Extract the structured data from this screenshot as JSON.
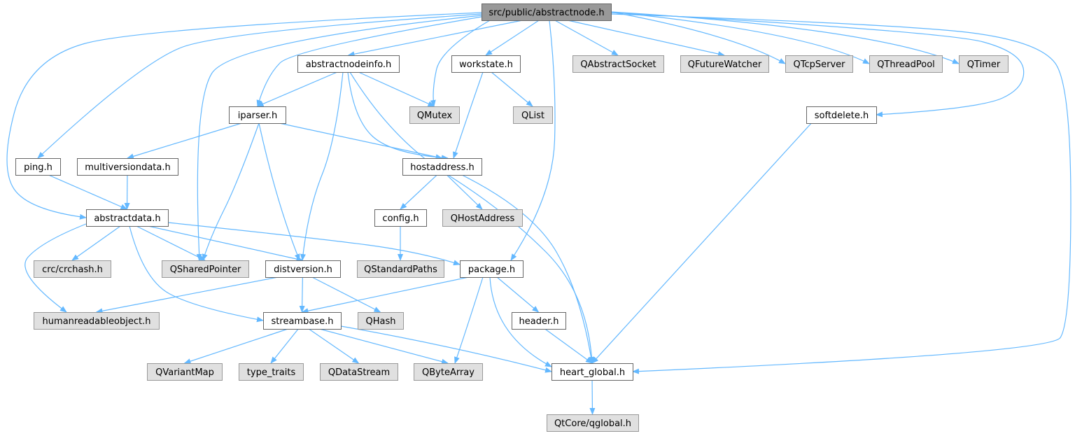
{
  "colors": {
    "root_fill": "#999999",
    "root_stroke": "#666666",
    "node_fill": "#ffffff",
    "node_stroke": "#666666",
    "external_fill": "#e0e0e0",
    "external_stroke": "#999999",
    "edge": "#63b8ff"
  },
  "nodes": [
    {
      "id": "root",
      "label": "src/public/abstractnode.h",
      "kind": "root"
    },
    {
      "id": "abstractnodeinfo",
      "label": "abstractnodeinfo.h",
      "kind": "file"
    },
    {
      "id": "workstate",
      "label": "workstate.h",
      "kind": "file"
    },
    {
      "id": "QAbstractSocket",
      "label": "QAbstractSocket",
      "kind": "external"
    },
    {
      "id": "QFutureWatcher",
      "label": "QFutureWatcher",
      "kind": "external"
    },
    {
      "id": "QTcpServer",
      "label": "QTcpServer",
      "kind": "external"
    },
    {
      "id": "QThreadPool",
      "label": "QThreadPool",
      "kind": "external"
    },
    {
      "id": "QTimer",
      "label": "QTimer",
      "kind": "external"
    },
    {
      "id": "iparser",
      "label": "iparser.h",
      "kind": "file"
    },
    {
      "id": "QMutex",
      "label": "QMutex",
      "kind": "external"
    },
    {
      "id": "QList",
      "label": "QList",
      "kind": "external"
    },
    {
      "id": "softdelete",
      "label": "softdelete.h",
      "kind": "file"
    },
    {
      "id": "ping",
      "label": "ping.h",
      "kind": "file"
    },
    {
      "id": "multiversiondata",
      "label": "multiversiondata.h",
      "kind": "file"
    },
    {
      "id": "hostaddress",
      "label": "hostaddress.h",
      "kind": "file"
    },
    {
      "id": "abstractdata",
      "label": "abstractdata.h",
      "kind": "file"
    },
    {
      "id": "config",
      "label": "config.h",
      "kind": "file"
    },
    {
      "id": "QHostAddress",
      "label": "QHostAddress",
      "kind": "external"
    },
    {
      "id": "crchash",
      "label": "crc/crchash.h",
      "kind": "external"
    },
    {
      "id": "QSharedPointer",
      "label": "QSharedPointer",
      "kind": "external"
    },
    {
      "id": "distversion",
      "label": "distversion.h",
      "kind": "file"
    },
    {
      "id": "QStandardPaths",
      "label": "QStandardPaths",
      "kind": "external"
    },
    {
      "id": "package",
      "label": "package.h",
      "kind": "file"
    },
    {
      "id": "humanreadableobject",
      "label": "humanreadableobject.h",
      "kind": "external"
    },
    {
      "id": "streambase",
      "label": "streambase.h",
      "kind": "file"
    },
    {
      "id": "QHash",
      "label": "QHash",
      "kind": "external"
    },
    {
      "id": "header",
      "label": "header.h",
      "kind": "file"
    },
    {
      "id": "QVariantMap",
      "label": "QVariantMap",
      "kind": "external"
    },
    {
      "id": "type_traits",
      "label": "type_traits",
      "kind": "external"
    },
    {
      "id": "QDataStream",
      "label": "QDataStream",
      "kind": "external"
    },
    {
      "id": "QByteArray",
      "label": "QByteArray",
      "kind": "external"
    },
    {
      "id": "heart_global",
      "label": "heart_global.h",
      "kind": "file"
    },
    {
      "id": "qglobal",
      "label": "QtCore/qglobal.h",
      "kind": "external"
    }
  ],
  "edges": [
    [
      "root",
      "abstractnodeinfo"
    ],
    [
      "root",
      "workstate"
    ],
    [
      "root",
      "QAbstractSocket"
    ],
    [
      "root",
      "QFutureWatcher"
    ],
    [
      "root",
      "QTcpServer"
    ],
    [
      "root",
      "QThreadPool"
    ],
    [
      "root",
      "QTimer"
    ],
    [
      "root",
      "iparser"
    ],
    [
      "root",
      "QMutex"
    ],
    [
      "root",
      "softdelete"
    ],
    [
      "root",
      "ping"
    ],
    [
      "root",
      "abstractdata"
    ],
    [
      "root",
      "QSharedPointer"
    ],
    [
      "root",
      "package"
    ],
    [
      "root",
      "heart_global"
    ],
    [
      "abstractnodeinfo",
      "iparser"
    ],
    [
      "abstractnodeinfo",
      "QMutex"
    ],
    [
      "abstractnodeinfo",
      "hostaddress"
    ],
    [
      "abstractnodeinfo",
      "distversion"
    ],
    [
      "abstractnodeinfo",
      "heart_global"
    ],
    [
      "workstate",
      "QList"
    ],
    [
      "workstate",
      "hostaddress"
    ],
    [
      "iparser",
      "multiversiondata"
    ],
    [
      "iparser",
      "hostaddress"
    ],
    [
      "iparser",
      "QSharedPointer"
    ],
    [
      "iparser",
      "distversion"
    ],
    [
      "softdelete",
      "heart_global"
    ],
    [
      "ping",
      "abstractdata"
    ],
    [
      "multiversiondata",
      "abstractdata"
    ],
    [
      "hostaddress",
      "config"
    ],
    [
      "hostaddress",
      "QHostAddress"
    ],
    [
      "hostaddress",
      "heart_global"
    ],
    [
      "abstractdata",
      "crchash"
    ],
    [
      "abstractdata",
      "QSharedPointer"
    ],
    [
      "abstractdata",
      "distversion"
    ],
    [
      "abstractdata",
      "package"
    ],
    [
      "abstractdata",
      "humanreadableobject"
    ],
    [
      "abstractdata",
      "streambase"
    ],
    [
      "config",
      "QStandardPaths"
    ],
    [
      "distversion",
      "humanreadableobject"
    ],
    [
      "distversion",
      "streambase"
    ],
    [
      "distversion",
      "QHash"
    ],
    [
      "package",
      "streambase"
    ],
    [
      "package",
      "header"
    ],
    [
      "package",
      "QByteArray"
    ],
    [
      "package",
      "heart_global"
    ],
    [
      "streambase",
      "QVariantMap"
    ],
    [
      "streambase",
      "type_traits"
    ],
    [
      "streambase",
      "QDataStream"
    ],
    [
      "streambase",
      "QByteArray"
    ],
    [
      "streambase",
      "heart_global"
    ],
    [
      "header",
      "heart_global"
    ],
    [
      "heart_global",
      "qglobal"
    ]
  ]
}
